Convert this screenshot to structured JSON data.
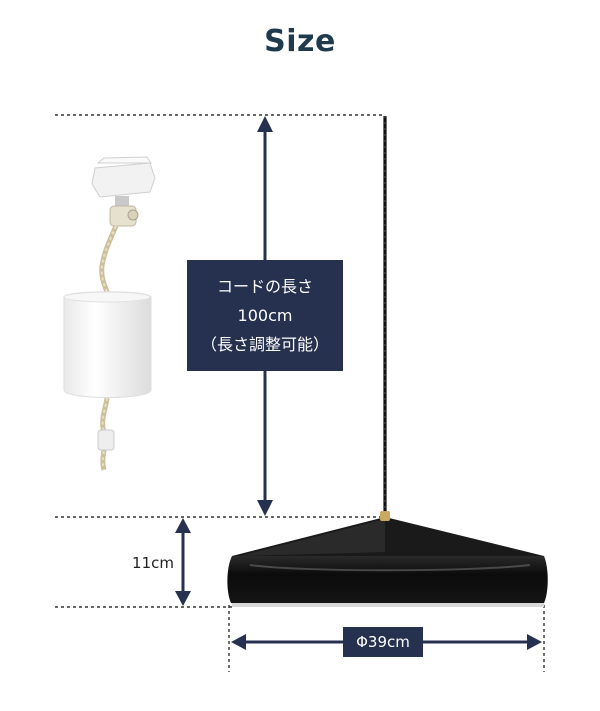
{
  "title": "Size",
  "cord_label": {
    "line1": "コードの長さ",
    "line2": "100cm",
    "line3": "（長さ調整可能）"
  },
  "height_label": "11cm",
  "diameter_label": "Φ39cm",
  "colors": {
    "title": "#1f3a4d",
    "label_bg": "#26304f",
    "shade": "#0d0d0d",
    "dim_line": "#26304f"
  },
  "icons": [
    "ceiling-mount-icon",
    "lamp-shade-icon",
    "canopy-cup-icon"
  ]
}
